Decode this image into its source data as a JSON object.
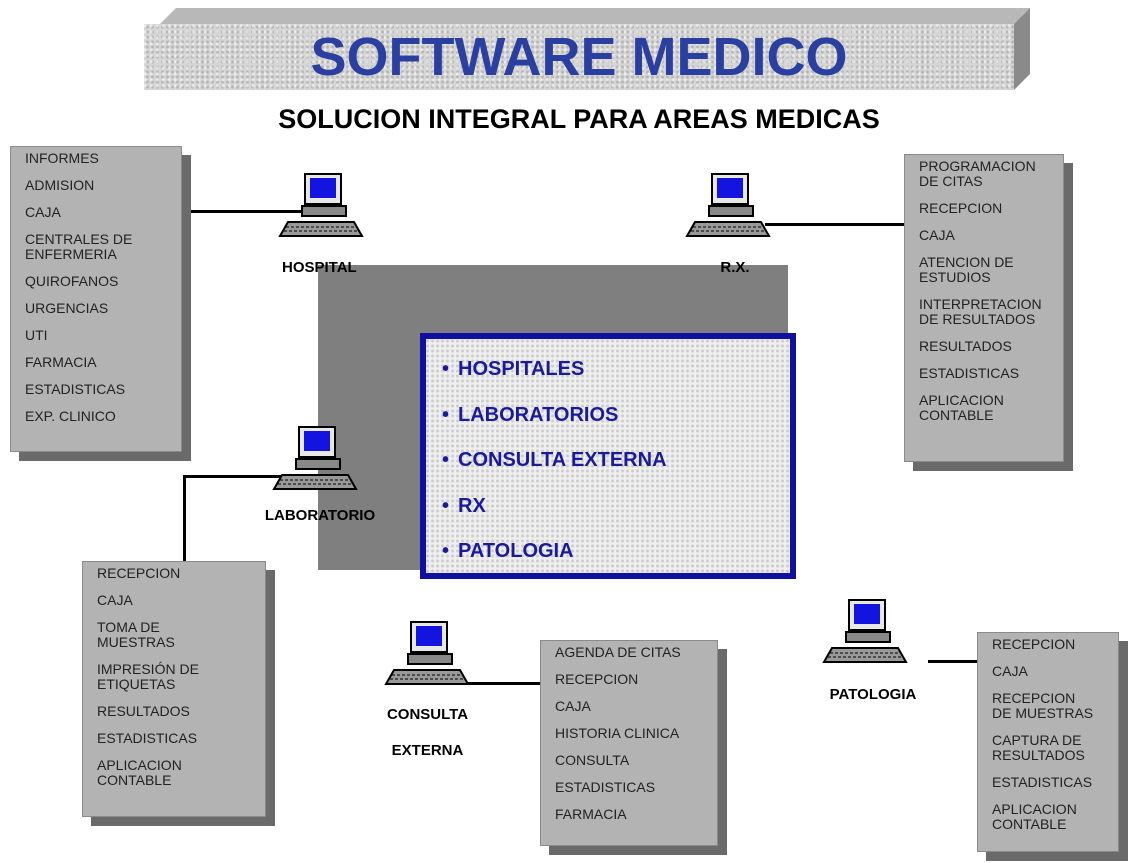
{
  "title": "SOFTWARE MEDICO",
  "subtitle": "SOLUCION INTEGRAL PARA AREAS MEDICAS",
  "center_list": [
    "HOSPITALES",
    "LABORATORIOS",
    "CONSULTA EXTERNA",
    "RX",
    "PATOLOGIA"
  ],
  "bullet": "•",
  "nodes": {
    "hospital": {
      "label": "HOSPITAL",
      "items": [
        "INFORMES",
        "ADMISION",
        "CAJA",
        "CENTRALES DE\nENFERMERIA",
        "QUIROFANOS",
        "URGENCIAS",
        "UTI",
        "FARMACIA",
        "ESTADISTICAS",
        "EXP. CLINICO"
      ]
    },
    "rx": {
      "label": "R.X.",
      "items": [
        "PROGRAMACION\nDE CITAS",
        "RECEPCION",
        "CAJA",
        "ATENCION DE\nESTUDIOS",
        "INTERPRETACION\nDE RESULTADOS",
        "RESULTADOS",
        "ESTADISTICAS",
        "APLICACION\nCONTABLE"
      ]
    },
    "laboratorio": {
      "label": "LABORATORIO",
      "items": [
        "RECEPCION",
        "CAJA",
        "TOMA DE\nMUESTRAS",
        "IMPRESIÓN DE\nETIQUETAS",
        "RESULTADOS",
        "ESTADISTICAS",
        "APLICACION\nCONTABLE"
      ]
    },
    "consulta": {
      "label_line1": "CONSULTA",
      "label_line2": "EXTERNA",
      "items": [
        "AGENDA DE CITAS",
        "RECEPCION",
        "CAJA",
        "HISTORIA CLINICA",
        "CONSULTA",
        "ESTADISTICAS",
        "FARMACIA"
      ]
    },
    "patologia": {
      "label": "PATOLOGIA",
      "items": [
        "RECEPCION",
        "CAJA",
        "RECEPCION\nDE MUESTRAS",
        "CAPTURA DE\nRESULTADOS",
        "ESTADISTICAS",
        "APLICACION\nCONTABLE"
      ]
    }
  },
  "colors": {
    "title": "#2a3fa0",
    "center_text": "#1a1a9a",
    "center_border": "#1010a0",
    "panel": "#b3b3b3",
    "screen": "#1414e0"
  },
  "icons": [
    "computer-icon"
  ]
}
